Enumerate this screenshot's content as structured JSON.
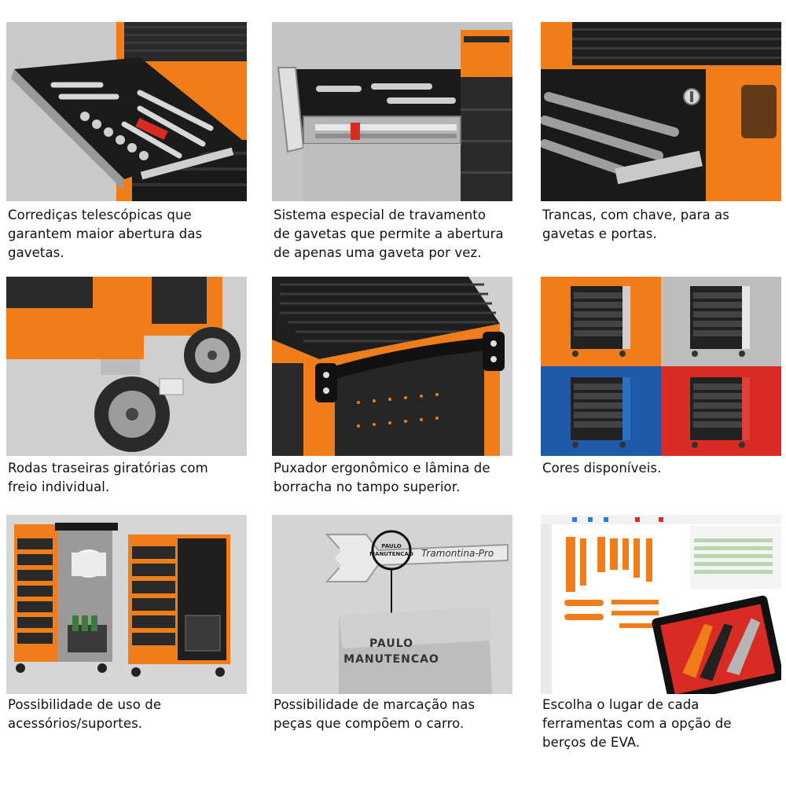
{
  "colors": {
    "orange": "#f07d1a",
    "dark": "#1f1f1f",
    "grey_bg": "#bfbfbf",
    "blue": "#1e5aa8",
    "red": "#d72b23"
  },
  "features": [
    {
      "caption": "Corrediças telescópicas que\ngarantem maior abertura das\ngavetas."
    },
    {
      "caption": "Sistema especial de travamento\nde gavetas que permite a abertura\nde apenas uma gaveta por vez."
    },
    {
      "caption": "Trancas, com chave, para as\ngavetas e portas."
    },
    {
      "caption": "Rodas traseiras giratórias com\nfreio individual."
    },
    {
      "caption": "Puxador ergonômico e lâmina de\nborracha no tampo superior."
    },
    {
      "caption": "Cores disponíveis."
    },
    {
      "caption": "Possibilidade de uso de\nacessórios/suportes."
    },
    {
      "caption": "Possibilidade de marcação nas\npeças que compõem o carro."
    },
    {
      "caption": "Escolha o lugar de cada\nferramentas com a opção de\nberços de EVA."
    }
  ],
  "engraving": {
    "wrench_brand": "Tramontina-Pro",
    "small_line1": "PAULO",
    "small_line2": "MANUTENCAO",
    "large_line1": "PAULO",
    "large_line2": "MANUTENCAO"
  }
}
